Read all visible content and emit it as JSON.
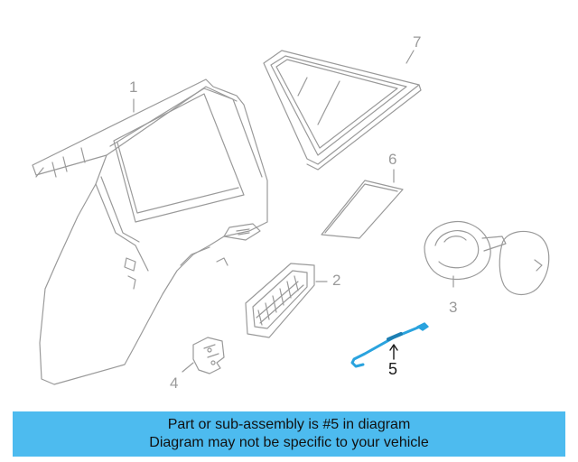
{
  "callouts": {
    "c1": "1",
    "c2": "2",
    "c3": "3",
    "c4": "4",
    "c5": "5",
    "c6": "6",
    "c7": "7"
  },
  "banner": {
    "line1": "Part or sub-assembly is #5 in diagram",
    "line2": "Diagram may not be specific to your vehicle"
  },
  "colors": {
    "banner": "#4dbbef",
    "highlight_part": "#2aa3de",
    "outline": "#9a9a9a"
  },
  "highlighted_part": "5"
}
